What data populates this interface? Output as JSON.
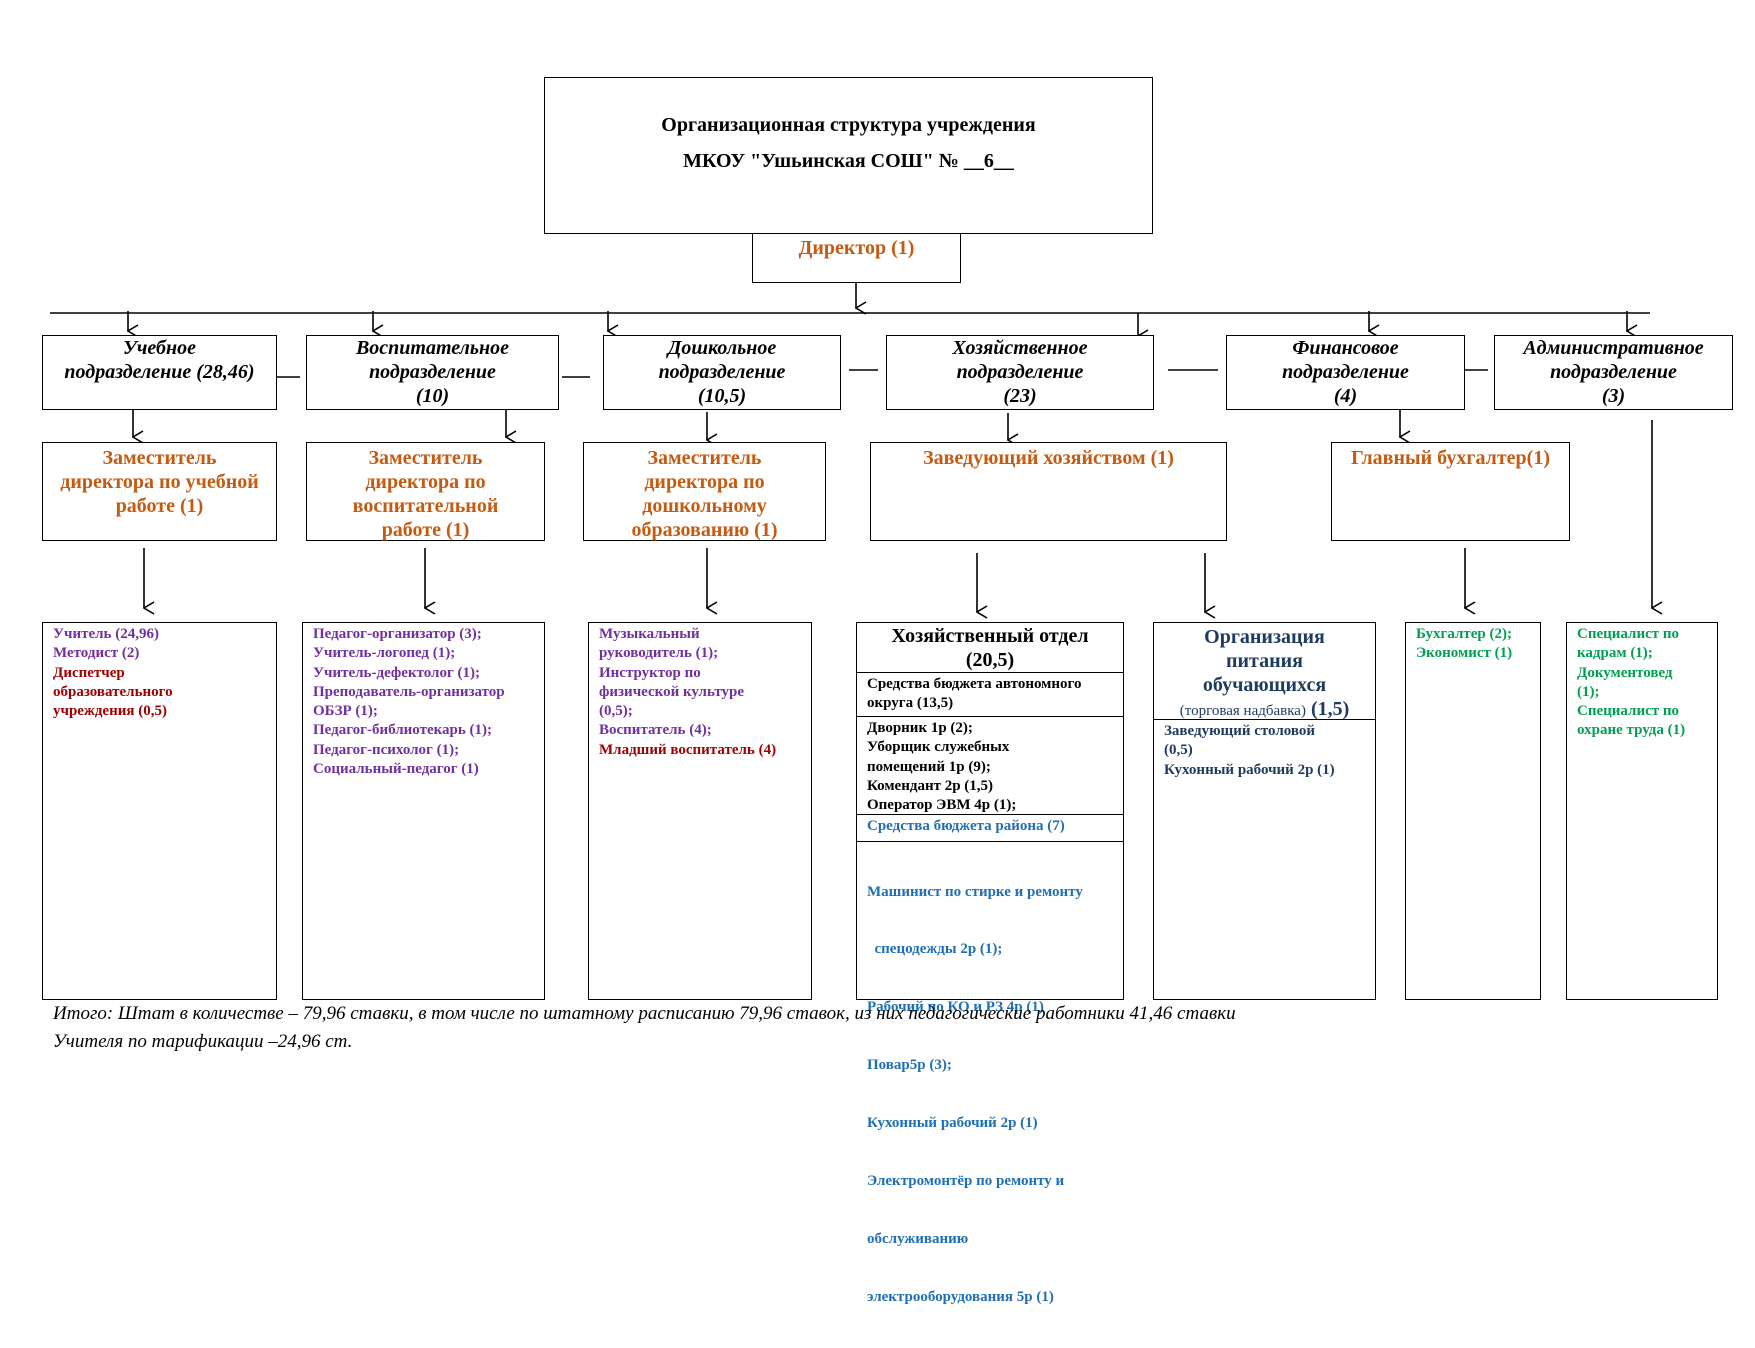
{
  "header": {
    "title_line1": "Организационная структура учреждения",
    "title_line2": "МКОУ \"Ушьинская СОШ\" № __6__"
  },
  "director": "Директор (1)",
  "divisions": [
    {
      "l1": "Учебное",
      "l2": "подразделение (28,46)",
      "l3": ""
    },
    {
      "l1": "Воспитательное",
      "l2": "подразделение",
      "l3": "(10)"
    },
    {
      "l1": "Дошкольное",
      "l2": "подразделение",
      "l3": "(10,5)"
    },
    {
      "l1": "Хозяйственное",
      "l2": "подразделение",
      "l3": "(23)"
    },
    {
      "l1": "Финансовое",
      "l2": "подразделение",
      "l3": "(4)"
    },
    {
      "l1": "Административное",
      "l2": "подразделение",
      "l3": "(3)"
    }
  ],
  "deputies": [
    {
      "l1": "Заместитель",
      "l2": "директора по учебной",
      "l3": "работе (1)",
      "l4": ""
    },
    {
      "l1": "Заместитель",
      "l2": "директора по",
      "l3": "воспитательной",
      "l4": "работе (1)"
    },
    {
      "l1": "Заместитель",
      "l2": "директора по",
      "l3": "дошкольному",
      "l4": "образованию (1)"
    },
    {
      "l1": "Заведующий хозяйством (1)",
      "l2": "",
      "l3": "",
      "l4": ""
    },
    {
      "l1": "Главный бухгалтер(1)",
      "l2": "",
      "l3": "",
      "l4": ""
    }
  ],
  "staff": {
    "study": {
      "purple": [
        "Учитель (24,96)",
        "Методист (2)"
      ],
      "red": [
        "Диспетчер",
        "образовательного",
        "учреждения (0,5)"
      ]
    },
    "upbringing": [
      "Педагог-организатор (3);",
      "Учитель-логопед (1);",
      "Учитель-дефектолог (1);",
      "Преподаватель-организатор",
      "ОБЗР (1);",
      "Педагог-библиотекарь (1);",
      "Педагог-психолог (1);",
      "Социальный-педагог (1)"
    ],
    "preschool": {
      "purple": [
        "Музыкальный",
        "руководитель (1);",
        "Инструктор по",
        "физической культуре",
        "(0,5);",
        "Воспитатель (4);"
      ],
      "red": [
        "Младший воспитатель (4)"
      ]
    },
    "household": {
      "title1": "Хозяйственный отдел",
      "title2": "(20,5)",
      "sec1": [
        "Средства бюджета автономного",
        "округа (13,5)"
      ],
      "sec2": [
        "Дворник 1р (2);",
        "Уборщик служебных",
        "помещений 1р (9);",
        "Комендант 2р (1,5)",
        "Оператор ЭВМ 4р (1);"
      ],
      "sec3": [
        "Средства бюджета района (7)"
      ],
      "sec4": [
        "Машинист по стирке и ремонту",
        "  спецодежды 2р (1);",
        "Рабочий по КО и РЗ 4р (1)",
        "Повар5р (3);",
        "Кухонный рабочий 2р (1)",
        "Электромонтёр по ремонту и",
        "обслуживанию",
        "электрооборудования 5р (1)"
      ]
    },
    "catering": {
      "title1": "Организация",
      "title2": "питания",
      "title3": "обучающихся",
      "sub_small": "(торговая надбавка)",
      "sub_big": " (1,5)",
      "items": [
        "Заведующий столовой",
        "(0,5)",
        "Кухонный рабочий 2р (1)"
      ]
    },
    "finance": [
      "Бухгалтер (2);",
      "Экономист (1)"
    ],
    "admin": [
      "Специалист по",
      "кадрам (1);",
      "Документовед",
      "(1);",
      "Специалист по",
      "охране труда (1)"
    ]
  },
  "footer": {
    "line1": "Итого: Штат в количестве – 79,96 ставки, в том числе по штатному расписанию 79,96 ставок, из них педагогические работники 41,46 ставки",
    "line2": "Учителя по тарификации –24,96 ст."
  }
}
